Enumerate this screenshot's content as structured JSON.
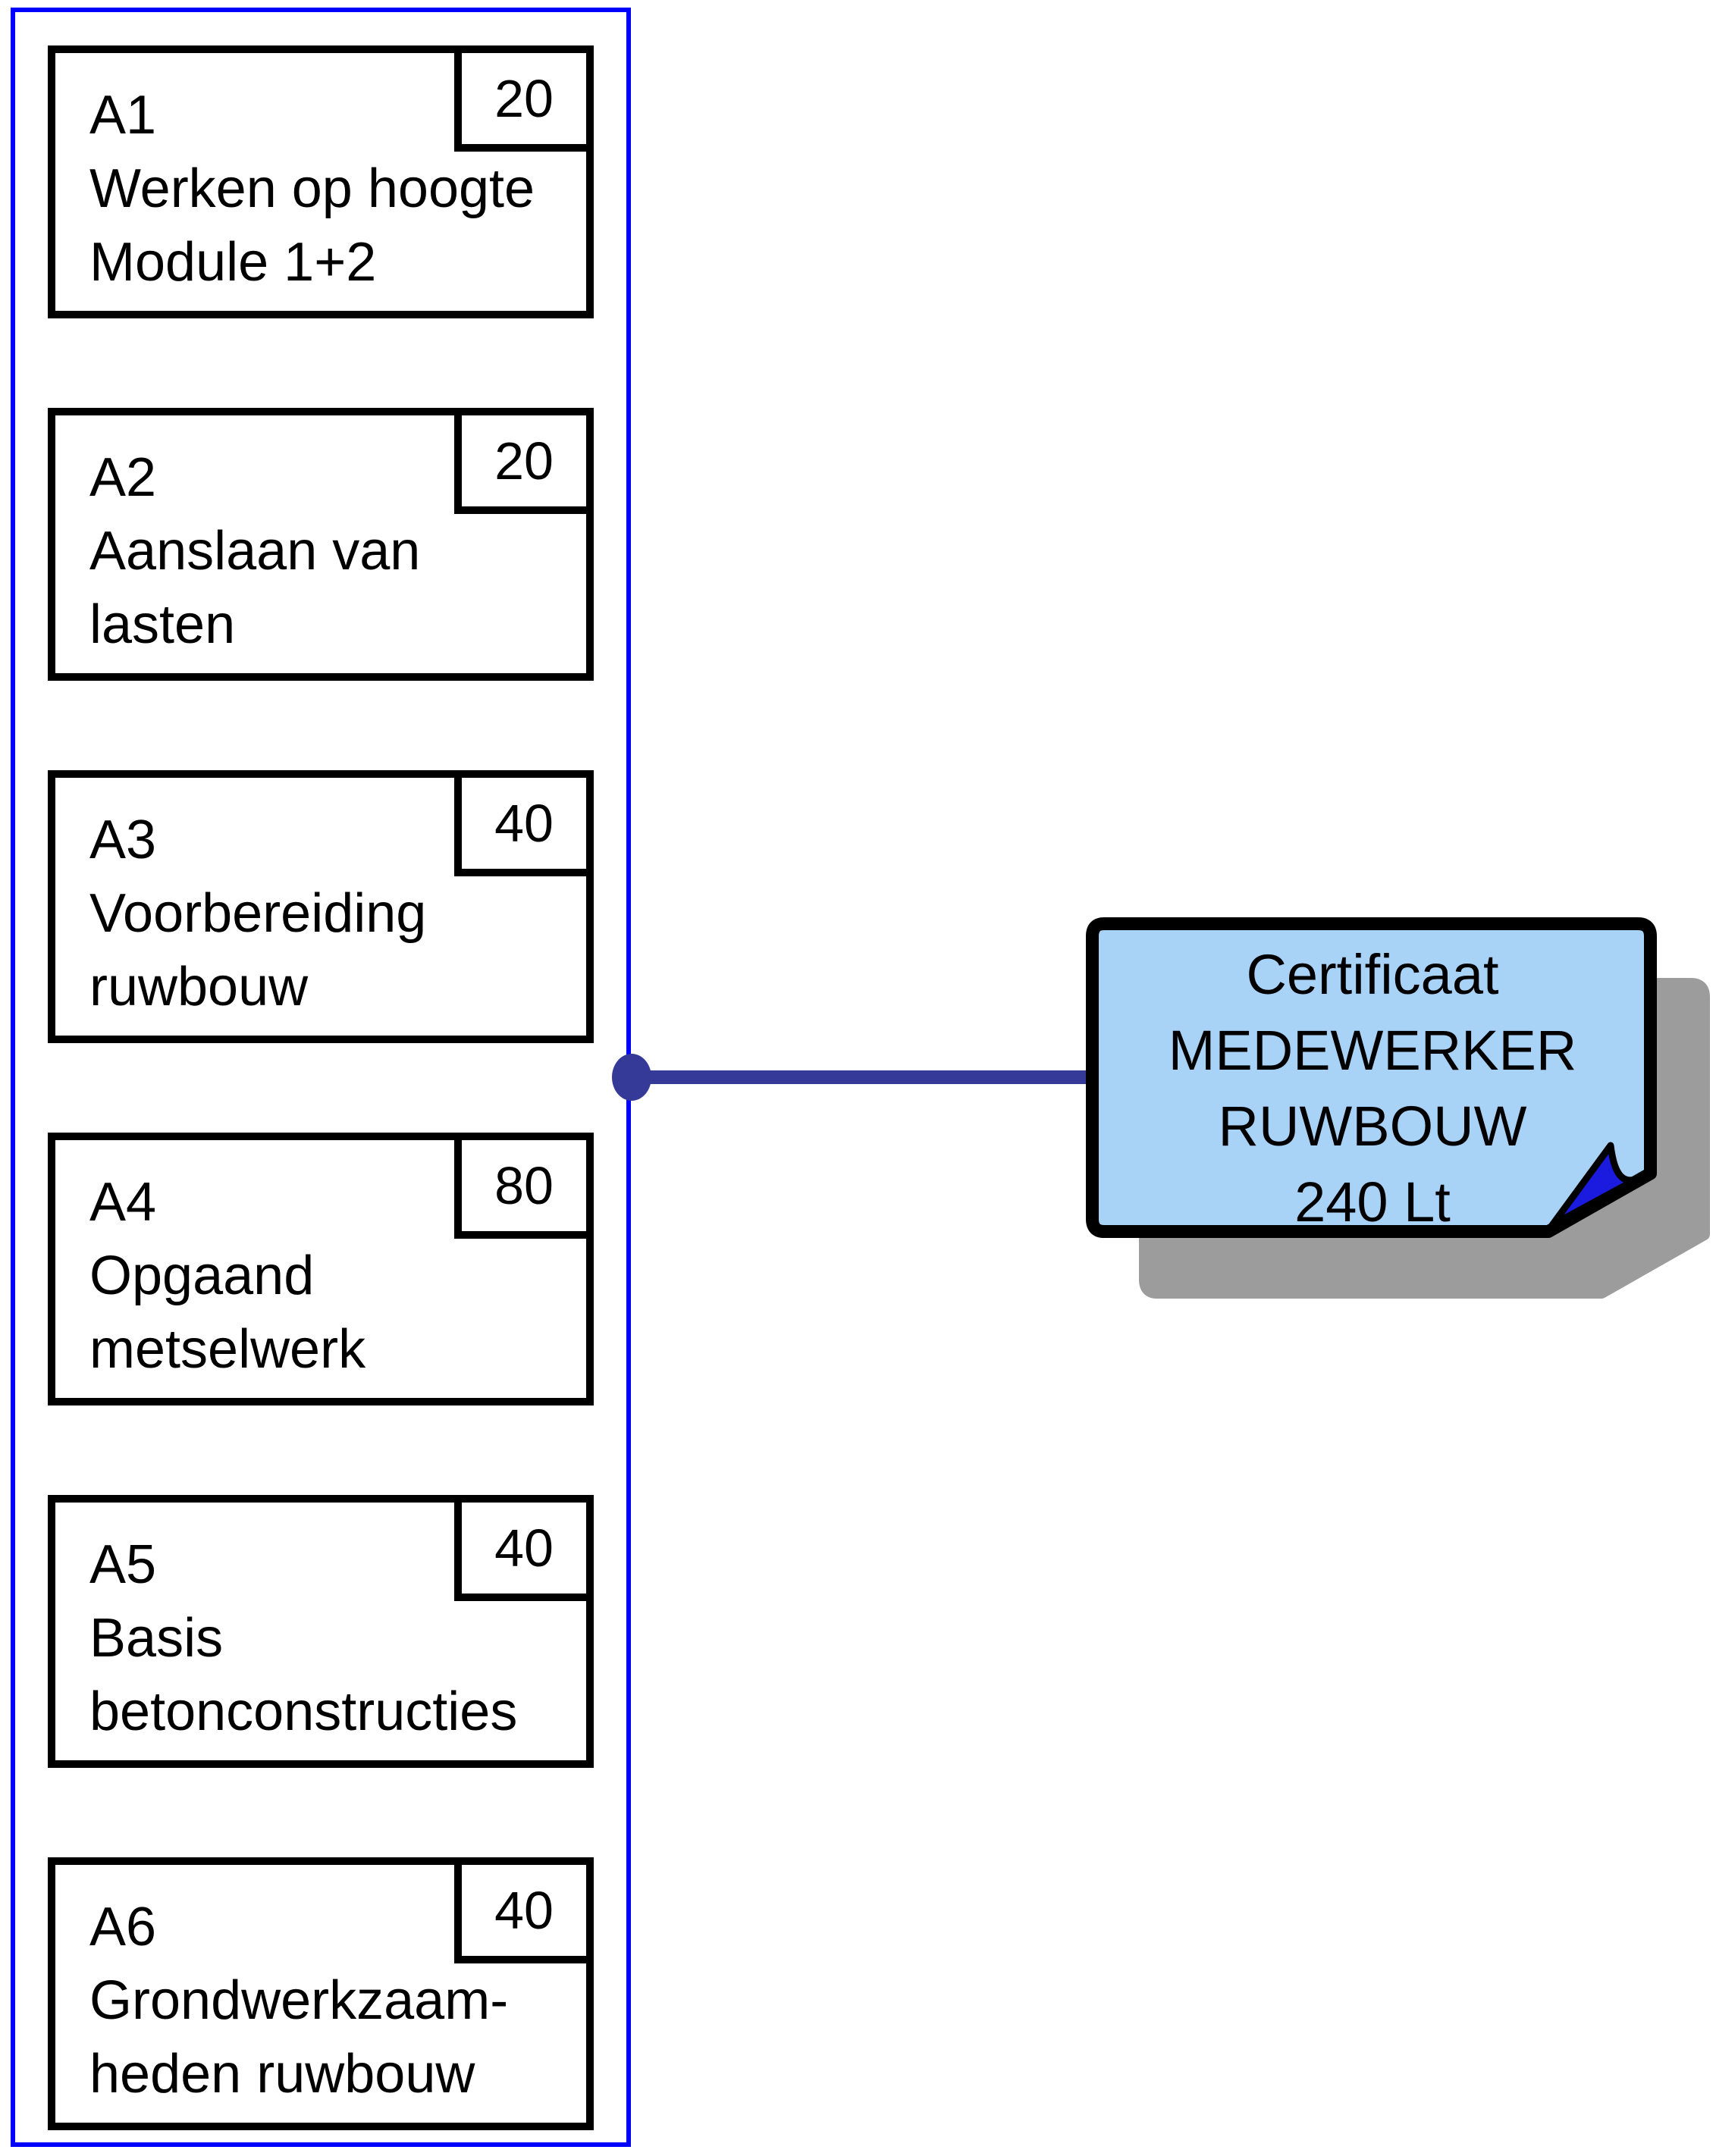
{
  "modules": [
    {
      "code": "A1",
      "line1": "Werken op hoogte",
      "line2": "Module 1+2",
      "hours": "20"
    },
    {
      "code": "A2",
      "line1": "Aanslaan van",
      "line2": "lasten",
      "hours": "20"
    },
    {
      "code": "A3",
      "line1": "Voorbereiding",
      "line2": "ruwbouw",
      "hours": "40"
    },
    {
      "code": "A4",
      "line1": "Opgaand",
      "line2": "metselwerk",
      "hours": "80"
    },
    {
      "code": "A5",
      "line1": "Basis",
      "line2": "betonconstructies",
      "hours": "40"
    },
    {
      "code": "A6",
      "line1": "Grondwerkzaam-",
      "line2": "heden ruwbouw",
      "hours": "40"
    }
  ],
  "certificate": {
    "line1": "Certificaat",
    "line2": "MEDEWERKER",
    "line3": "RUWBOUW",
    "line4": "240 Lt"
  },
  "colors": {
    "container_border": "#0000ff",
    "connector": "#353a99",
    "box_border": "#000000",
    "note_fill": "#a9d2f7",
    "note_fold": "#1b1be0",
    "note_shadow": "#9c9c9c"
  }
}
